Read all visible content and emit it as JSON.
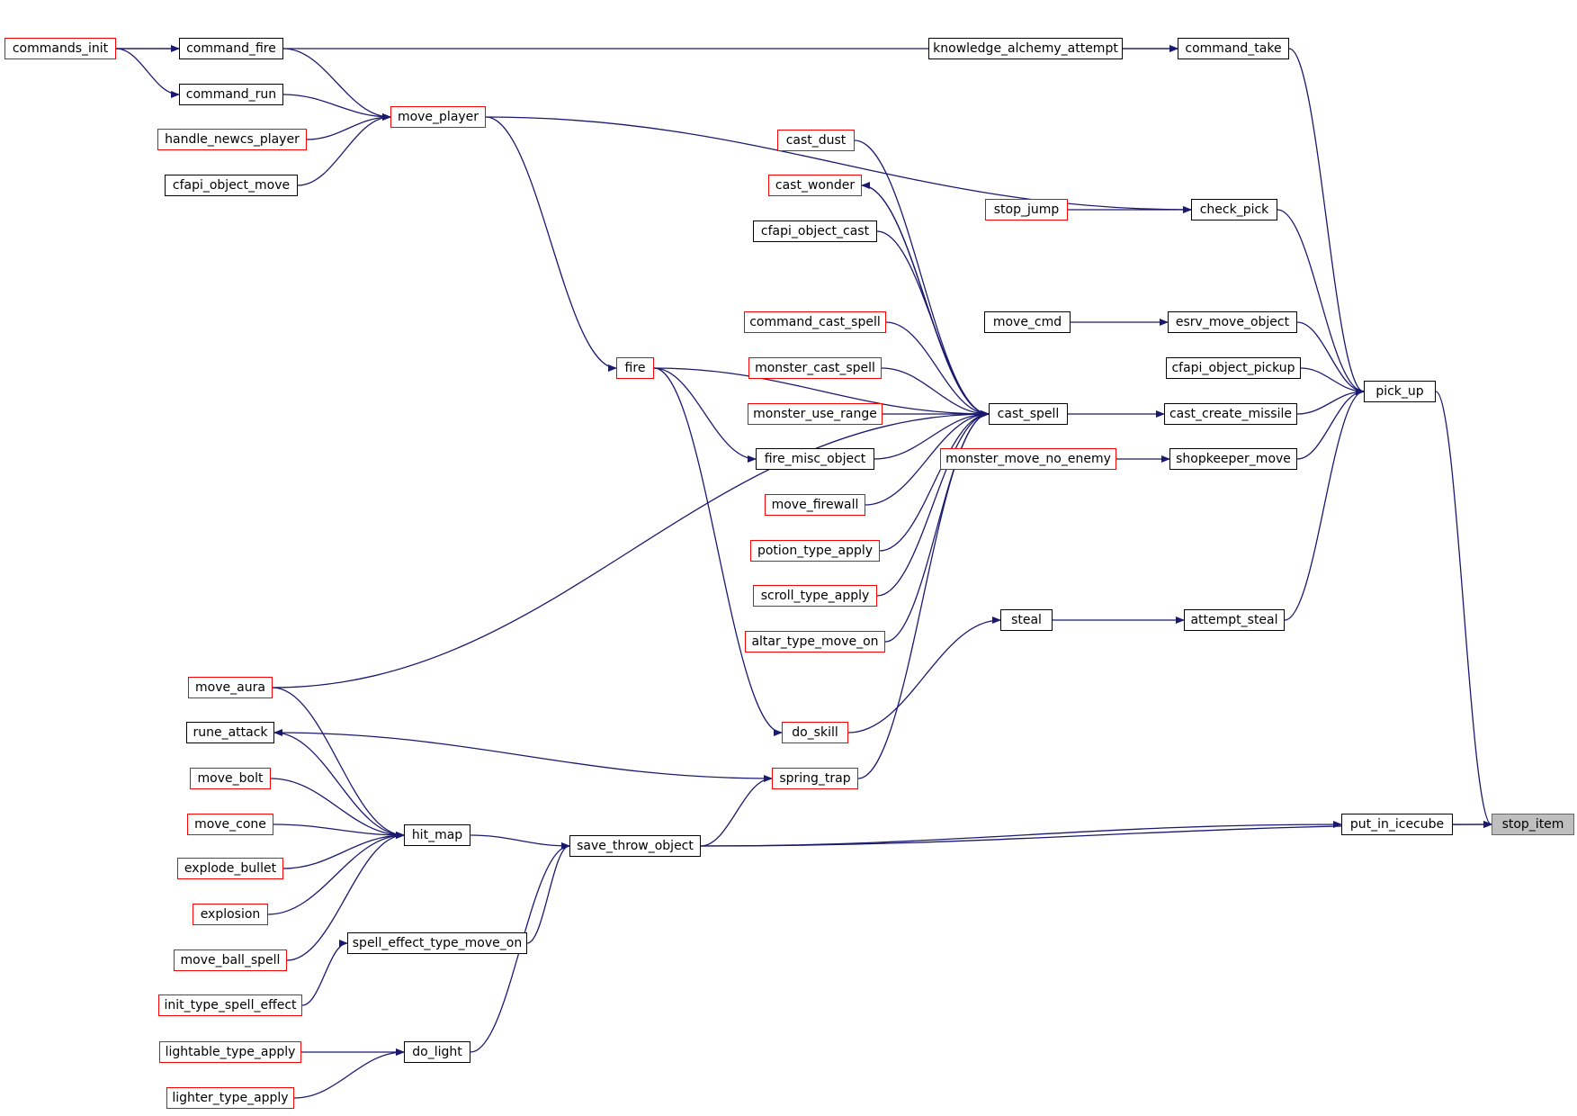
{
  "graph": {
    "root": "stop_item",
    "colors": {
      "edge": "#191970",
      "incomplete_border": "#ff0000",
      "normal_border": "#000000",
      "root_fill": "#bfbfbf"
    },
    "nodes": [
      {
        "id": "stop_item",
        "label": "stop_item",
        "root": true
      },
      {
        "id": "put_in_icecube",
        "label": "put_in_icecube"
      },
      {
        "id": "pick_up",
        "label": "pick_up"
      },
      {
        "id": "save_throw_object",
        "label": "save_throw_object"
      },
      {
        "id": "command_take",
        "label": "command_take"
      },
      {
        "id": "check_pick",
        "label": "check_pick"
      },
      {
        "id": "esrv_move_object",
        "label": "esrv_move_object"
      },
      {
        "id": "cfapi_object_pickup",
        "label": "cfapi_object_pickup"
      },
      {
        "id": "cast_create_missile",
        "label": "cast_create_missile"
      },
      {
        "id": "shopkeeper_move",
        "label": "shopkeeper_move"
      },
      {
        "id": "attempt_steal",
        "label": "attempt_steal"
      },
      {
        "id": "knowledge_alchemy_attempt",
        "label": "knowledge_alchemy_attempt"
      },
      {
        "id": "commands_init",
        "label": "commands_init",
        "incomplete": true
      },
      {
        "id": "command_fire",
        "label": "command_fire"
      },
      {
        "id": "command_run",
        "label": "command_run"
      },
      {
        "id": "move_player",
        "label": "move_player",
        "incomplete": true
      },
      {
        "id": "handle_newcs_player",
        "label": "handle_newcs_player",
        "incomplete": true
      },
      {
        "id": "cfapi_object_move",
        "label": "cfapi_object_move"
      },
      {
        "id": "stop_jump",
        "label": "stop_jump",
        "incomplete": true
      },
      {
        "id": "move_cmd",
        "label": "move_cmd"
      },
      {
        "id": "cast_spell",
        "label": "cast_spell"
      },
      {
        "id": "monster_move_no_enemy",
        "label": "monster_move_no_enemy",
        "incomplete": true
      },
      {
        "id": "steal",
        "label": "steal"
      },
      {
        "id": "cast_dust",
        "label": "cast_dust",
        "incomplete": true
      },
      {
        "id": "cast_wonder",
        "label": "cast_wonder",
        "incomplete": true
      },
      {
        "id": "cfapi_object_cast",
        "label": "cfapi_object_cast"
      },
      {
        "id": "command_cast_spell",
        "label": "command_cast_spell",
        "incomplete": true
      },
      {
        "id": "monster_cast_spell",
        "label": "monster_cast_spell",
        "incomplete": true
      },
      {
        "id": "monster_use_range",
        "label": "monster_use_range",
        "incomplete": true
      },
      {
        "id": "fire_misc_object",
        "label": "fire_misc_object"
      },
      {
        "id": "move_firewall",
        "label": "move_firewall",
        "incomplete": true
      },
      {
        "id": "potion_type_apply",
        "label": "potion_type_apply",
        "incomplete": true
      },
      {
        "id": "scroll_type_apply",
        "label": "scroll_type_apply",
        "incomplete": true
      },
      {
        "id": "altar_type_move_on",
        "label": "altar_type_move_on",
        "incomplete": true
      },
      {
        "id": "fire",
        "label": "fire",
        "incomplete": true
      },
      {
        "id": "do_skill",
        "label": "do_skill",
        "incomplete": true
      },
      {
        "id": "spring_trap",
        "label": "spring_trap",
        "incomplete": true
      },
      {
        "id": "move_aura",
        "label": "move_aura",
        "incomplete": true
      },
      {
        "id": "rune_attack",
        "label": "rune_attack"
      },
      {
        "id": "move_bolt",
        "label": "move_bolt",
        "incomplete": true
      },
      {
        "id": "move_cone",
        "label": "move_cone",
        "incomplete": true
      },
      {
        "id": "explode_bullet",
        "label": "explode_bullet",
        "incomplete": true
      },
      {
        "id": "explosion",
        "label": "explosion",
        "incomplete": true
      },
      {
        "id": "move_ball_spell",
        "label": "move_ball_spell",
        "incomplete": true
      },
      {
        "id": "hit_map",
        "label": "hit_map"
      },
      {
        "id": "spell_effect_type_move_on",
        "label": "spell_effect_type_move_on"
      },
      {
        "id": "init_type_spell_effect",
        "label": "init_type_spell_effect",
        "incomplete": true
      },
      {
        "id": "do_light",
        "label": "do_light"
      },
      {
        "id": "lightable_type_apply",
        "label": "lightable_type_apply",
        "incomplete": true
      },
      {
        "id": "lighter_type_apply",
        "label": "lighter_type_apply",
        "incomplete": true
      }
    ],
    "edges": [
      [
        "put_in_icecube",
        "stop_item"
      ],
      [
        "pick_up",
        "stop_item"
      ],
      [
        "save_throw_object",
        "stop_item"
      ],
      [
        "save_throw_object",
        "put_in_icecube"
      ],
      [
        "command_take",
        "pick_up"
      ],
      [
        "check_pick",
        "pick_up"
      ],
      [
        "esrv_move_object",
        "pick_up"
      ],
      [
        "cfapi_object_pickup",
        "pick_up"
      ],
      [
        "cast_create_missile",
        "pick_up"
      ],
      [
        "shopkeeper_move",
        "pick_up"
      ],
      [
        "attempt_steal",
        "pick_up"
      ],
      [
        "knowledge_alchemy_attempt",
        "command_take"
      ],
      [
        "commands_init",
        "command_take"
      ],
      [
        "commands_init",
        "command_fire"
      ],
      [
        "commands_init",
        "command_run"
      ],
      [
        "command_fire",
        "move_player"
      ],
      [
        "command_run",
        "move_player"
      ],
      [
        "handle_newcs_player",
        "move_player"
      ],
      [
        "cfapi_object_move",
        "move_player"
      ],
      [
        "move_player",
        "check_pick"
      ],
      [
        "move_player",
        "fire"
      ],
      [
        "stop_jump",
        "check_pick"
      ],
      [
        "move_cmd",
        "esrv_move_object"
      ],
      [
        "cast_spell",
        "cast_create_missile"
      ],
      [
        "monster_move_no_enemy",
        "shopkeeper_move"
      ],
      [
        "steal",
        "attempt_steal"
      ],
      [
        "do_skill",
        "steal"
      ],
      [
        "cast_dust",
        "cast_spell"
      ],
      [
        "cast_wonder",
        "cast_spell"
      ],
      [
        "cast_spell",
        "cast_wonder"
      ],
      [
        "cfapi_object_cast",
        "cast_spell"
      ],
      [
        "command_cast_spell",
        "cast_spell"
      ],
      [
        "monster_cast_spell",
        "cast_spell"
      ],
      [
        "monster_use_range",
        "cast_spell"
      ],
      [
        "fire_misc_object",
        "cast_spell"
      ],
      [
        "fire",
        "cast_spell"
      ],
      [
        "fire",
        "fire_misc_object"
      ],
      [
        "fire",
        "do_skill"
      ],
      [
        "move_firewall",
        "cast_spell"
      ],
      [
        "potion_type_apply",
        "cast_spell"
      ],
      [
        "scroll_type_apply",
        "cast_spell"
      ],
      [
        "altar_type_move_on",
        "cast_spell"
      ],
      [
        "move_aura",
        "cast_spell"
      ],
      [
        "spring_trap",
        "cast_spell"
      ],
      [
        "spring_trap",
        "rune_attack"
      ],
      [
        "save_throw_object",
        "spring_trap"
      ],
      [
        "hit_map",
        "save_throw_object"
      ],
      [
        "spell_effect_type_move_on",
        "save_throw_object"
      ],
      [
        "do_light",
        "save_throw_object"
      ],
      [
        "move_aura",
        "hit_map"
      ],
      [
        "rune_attack",
        "hit_map"
      ],
      [
        "move_bolt",
        "hit_map"
      ],
      [
        "move_cone",
        "hit_map"
      ],
      [
        "explode_bullet",
        "hit_map"
      ],
      [
        "explosion",
        "hit_map"
      ],
      [
        "move_ball_spell",
        "hit_map"
      ],
      [
        "init_type_spell_effect",
        "spell_effect_type_move_on"
      ],
      [
        "lightable_type_apply",
        "do_light"
      ],
      [
        "lighter_type_apply",
        "do_light"
      ]
    ]
  }
}
